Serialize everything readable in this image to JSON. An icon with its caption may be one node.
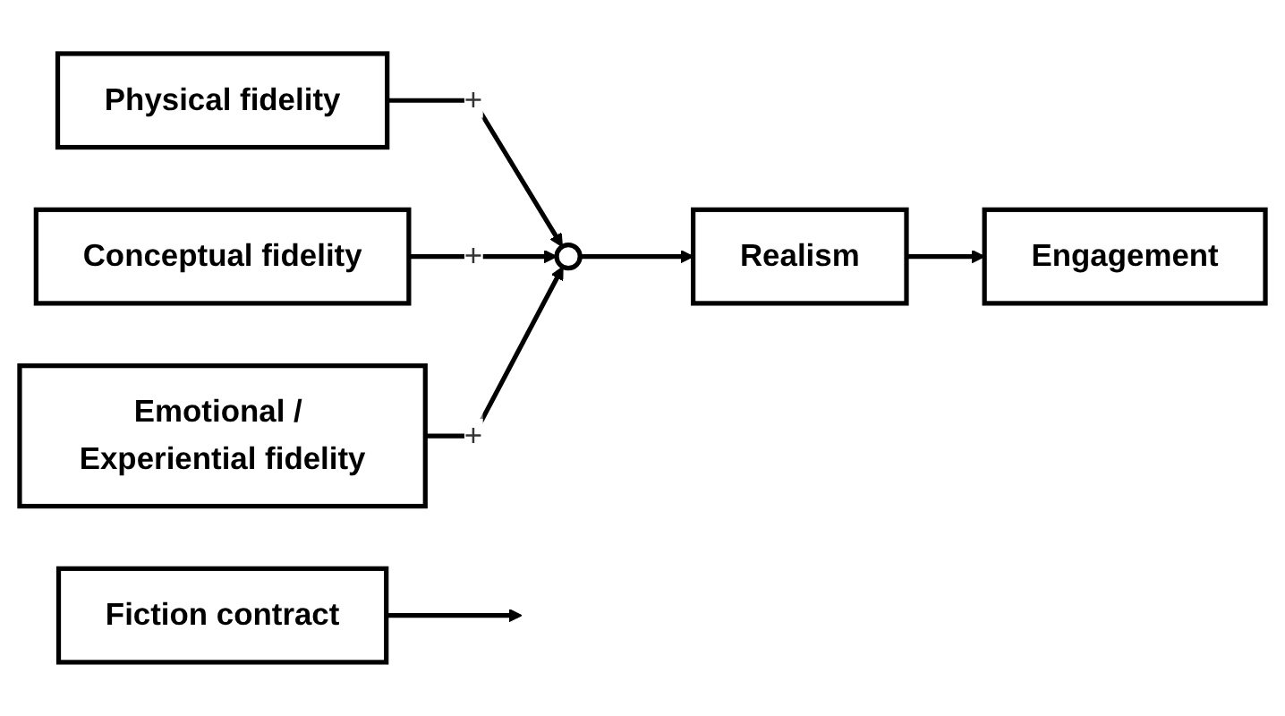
{
  "diagram": {
    "nodes": [
      {
        "text": [
          "Physical fidelity"
        ]
      },
      {
        "text": [
          "Conceptual fidelity"
        ]
      },
      {
        "text": [
          "Emotional / Experiential fidelity"
        ]
      },
      {
        "text": [],
        "shape": "circle"
      },
      {
        "text": [
          "Realism"
        ]
      },
      {
        "text": [
          "Engagement"
        ]
      },
      {
        "text": [
          "Fiction contract"
        ]
      }
    ],
    "edges": [
      {
        "from": 0,
        "to": 3,
        "arrow": "to",
        "label": "+"
      },
      {
        "from": 1,
        "to": 3,
        "arrow": "to",
        "label": "+"
      },
      {
        "from": 2,
        "to": 3,
        "arrow": "to",
        "label": "+"
      },
      {
        "from": 3,
        "to": 4,
        "arrow": "to"
      },
      {
        "from": 4,
        "to": 5,
        "arrow": "to"
      },
      {
        "from": 6,
        "to": null,
        "arrow": "to"
      }
    ]
  }
}
